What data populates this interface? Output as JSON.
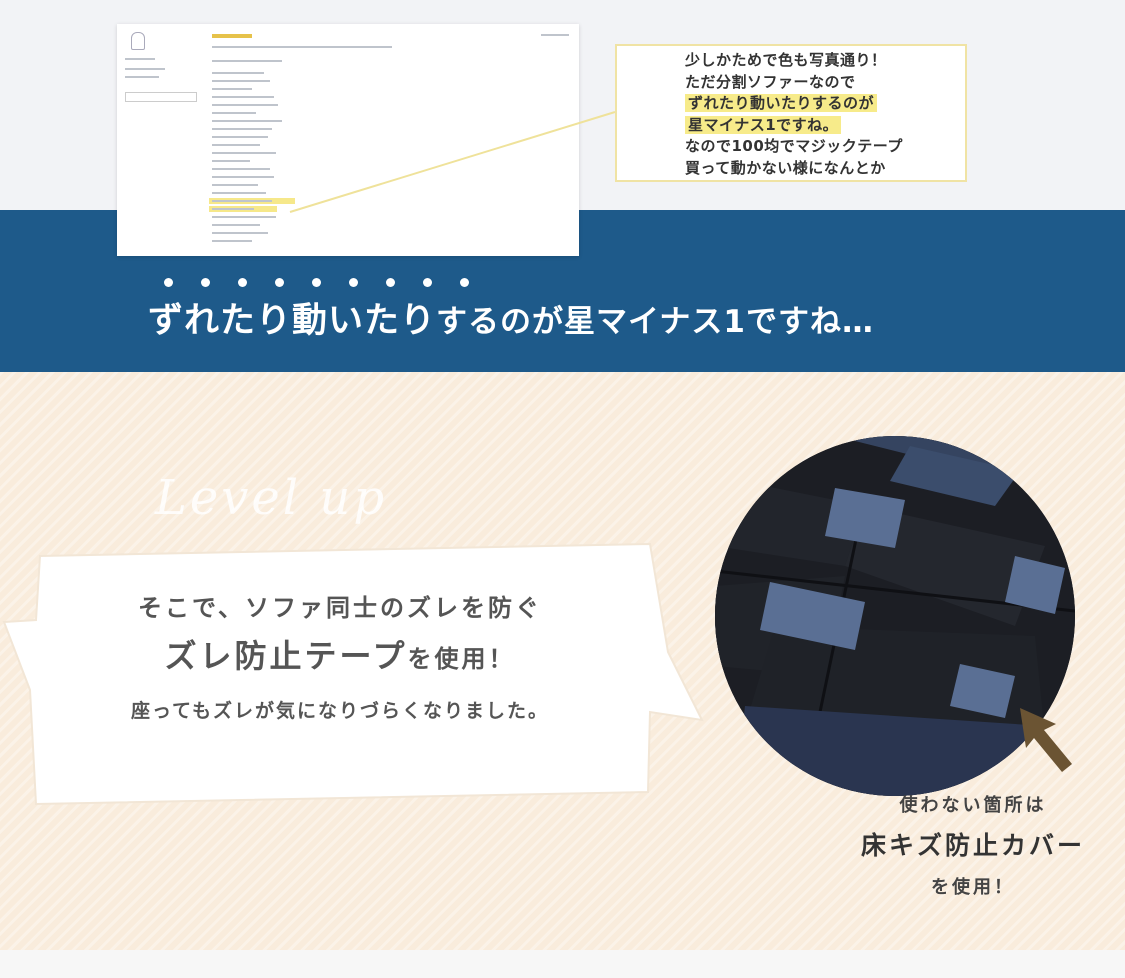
{
  "review_quote": {
    "lines": [
      "少しかためで色も写真通り！",
      "ただ分割ソファーなので",
      "ずれたり動いたりするのが",
      "星マイナス1ですね。",
      "なので100均でマジックテープ",
      "買って動かない様になんとか"
    ]
  },
  "headline": {
    "emphasis": "ずれたり動いたり",
    "rest": "するのが星マイナス1ですね…"
  },
  "level_up_label": "Level up",
  "bubble": {
    "line1": "そこで、ソファ同士のズレを防ぐ",
    "line2_main": "ズレ防止テープ",
    "line2_tail": "を使用！",
    "line3": "座ってもズレが気になりづらくなりました。"
  },
  "caption": {
    "line1": "使わない箇所は",
    "line2": "床キズ防止カバー",
    "line3": "を使用！"
  },
  "colors": {
    "band": "#1e5a8a",
    "highlight": "#f7eb8a",
    "bottom_bg": "#f9ecdc",
    "arrow": "#6b5433"
  }
}
